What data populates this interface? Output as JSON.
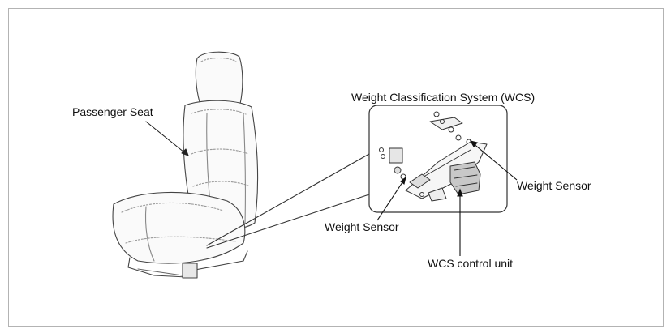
{
  "labels": {
    "passenger_seat": "Passenger Seat",
    "wcs_title": "Weight Classification System (WCS)",
    "weight_sensor_left": "Weight Sensor",
    "weight_sensor_right": "Weight Sensor",
    "wcs_control_unit": "WCS control unit"
  }
}
